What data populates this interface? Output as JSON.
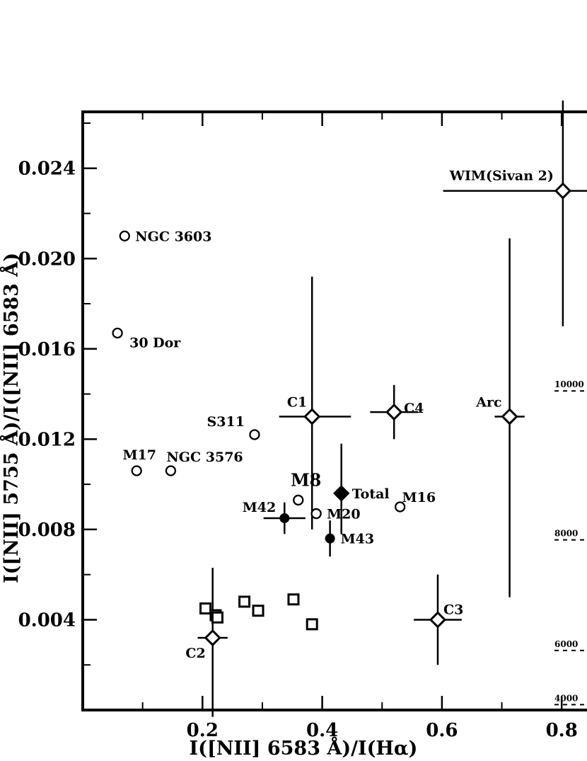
{
  "chart_data": {
    "type": "scatter",
    "xlabel": "I([NII] 6583 Å)/I(Hα)",
    "ylabel": "I([NII] 5755 Å)/I([NII] 6583 Å)",
    "xlim": [
      0.0,
      0.86
    ],
    "ylim": [
      0.0,
      0.0265
    ],
    "x_ticks": [
      {
        "value": 0.2,
        "label": "0.2"
      },
      {
        "value": 0.4,
        "label": "0.4"
      },
      {
        "value": 0.6,
        "label": "0.6"
      },
      {
        "value": 0.8,
        "label": "0.8"
      }
    ],
    "y_ticks": [
      {
        "value": 0.004,
        "label": "0.004"
      },
      {
        "value": 0.008,
        "label": "0.008"
      },
      {
        "value": 0.012,
        "label": "0.012"
      },
      {
        "value": 0.016,
        "label": "0.016"
      },
      {
        "value": 0.02,
        "label": "0.020"
      },
      {
        "value": 0.024,
        "label": "0.024"
      }
    ],
    "x_minor_ticks": [
      0.1,
      0.3,
      0.5,
      0.7
    ],
    "y_minor_ticks": [
      0.002,
      0.006,
      0.01,
      0.014,
      0.018,
      0.022,
      0.026
    ],
    "grid": false,
    "series": [
      {
        "marker": "open-circle",
        "points": [
          {
            "x": 0.07,
            "y": 0.021,
            "label": "NGC 3603",
            "label_pos": "right"
          },
          {
            "x": 0.058,
            "y": 0.0167,
            "label": "30 Dor",
            "label_pos": "below-right"
          },
          {
            "x": 0.287,
            "y": 0.0122,
            "label": "S311",
            "label_pos": "above-left"
          },
          {
            "x": 0.09,
            "y": 0.0106,
            "label": "M17",
            "label_pos": "above"
          },
          {
            "x": 0.147,
            "y": 0.0106,
            "label": "NGC 3576",
            "label_pos": "above-right"
          },
          {
            "x": 0.36,
            "y": 0.0093,
            "label": "M8",
            "label_pos": "above",
            "label_size": "large"
          },
          {
            "x": 0.39,
            "y": 0.0087,
            "label": "M20",
            "label_pos": "right"
          },
          {
            "x": 0.53,
            "y": 0.009,
            "label": "M16",
            "label_pos": "above-right"
          }
        ]
      },
      {
        "marker": "filled-circle",
        "points": [
          {
            "x": 0.337,
            "y": 0.0085,
            "label": "M42",
            "label_pos": "above-left",
            "xerr": 0.035,
            "yerr": 0.0007
          },
          {
            "x": 0.413,
            "y": 0.0076,
            "label": "M43",
            "label_pos": "right",
            "xerr": 0.008,
            "yerr": 0.0008
          }
        ]
      },
      {
        "marker": "filled-diamond",
        "points": [
          {
            "x": 0.432,
            "y": 0.0096,
            "label": "Total",
            "label_pos": "right",
            "yerr_low": 0.0018,
            "yerr_high": 0.0022
          }
        ]
      },
      {
        "marker": "open-diamond",
        "points": [
          {
            "x": 0.383,
            "y": 0.013,
            "label": "C1",
            "label_pos": "above-left",
            "xerr_low": 0.055,
            "xerr_high": 0.065,
            "yerr_low": 0.005,
            "yerr_high": 0.0062
          },
          {
            "x": 0.52,
            "y": 0.0132,
            "label": "C4",
            "label_pos": "above-right",
            "xerr": 0.04,
            "yerr": 0.0012
          },
          {
            "x": 0.217,
            "y": 0.0032,
            "label": "C2",
            "label_pos": "below-left",
            "xerr": 0.025,
            "yerr_low": 0.0035,
            "yerr_high": 0.0031
          },
          {
            "x": 0.593,
            "y": 0.004,
            "label": "C3",
            "label_pos": "above-right",
            "xerr": 0.04,
            "yerr": 0.002
          },
          {
            "x": 0.713,
            "y": 0.013,
            "label": "Arc",
            "label_pos": "above-left",
            "xerr": 0.025,
            "yerr_low": 0.008,
            "yerr_high": 0.0079
          },
          {
            "x": 0.802,
            "y": 0.023,
            "label": "WIM(Sivan 2)",
            "label_pos": "above-left",
            "xerr_low": 0.2,
            "xerr_high": 0.06,
            "yerr_low": 0.006,
            "yerr_high": 0.004
          }
        ]
      },
      {
        "marker": "open-square",
        "points": [
          {
            "x": 0.205,
            "y": 0.0045
          },
          {
            "x": 0.222,
            "y": 0.0042
          },
          {
            "x": 0.225,
            "y": 0.0041
          },
          {
            "x": 0.27,
            "y": 0.0048
          },
          {
            "x": 0.293,
            "y": 0.0044
          },
          {
            "x": 0.352,
            "y": 0.0049
          },
          {
            "x": 0.383,
            "y": 0.0038
          }
        ]
      }
    ],
    "temperature_marks": [
      {
        "y": 0.0142,
        "label": "10000"
      },
      {
        "y": 0.0076,
        "label": "8000"
      },
      {
        "y": 0.0027,
        "label": "6000"
      },
      {
        "y": 0.0003,
        "label": "4000"
      }
    ]
  }
}
